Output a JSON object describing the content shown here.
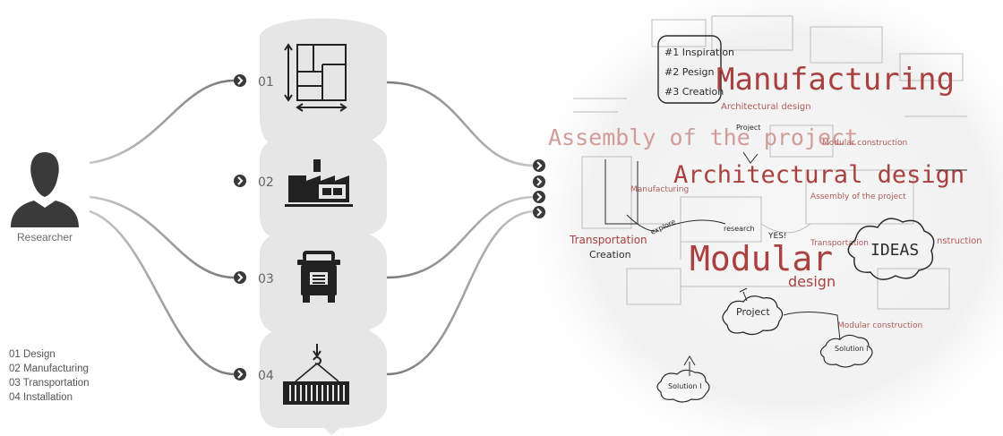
{
  "researcher": {
    "label": "Researcher"
  },
  "steps": [
    {
      "number": "01",
      "icon": "floor-plan-icon",
      "legend": "01 Design"
    },
    {
      "number": "02",
      "icon": "factory-icon",
      "legend": "02 Manufacturing"
    },
    {
      "number": "03",
      "icon": "truck-icon",
      "legend": "03 Transportation"
    },
    {
      "number": "04",
      "icon": "crane-container-icon",
      "legend": "04 Installation"
    }
  ],
  "sketch": {
    "big_words": {
      "manufacturing": "Manufacturing",
      "assembly": "Assembly of the project",
      "architectural": "Architectural design",
      "modular": "Modular"
    },
    "list": [
      "#1 Inspiration",
      "#2 Pesign",
      "#3 Creation"
    ],
    "small_notes": {
      "architectural_design": "Architectural design",
      "project_top": "Project",
      "modular_construction": "Modular construction",
      "research": "research",
      "yes": "YES!",
      "manufacturing_small": "Manufacturing",
      "assembly_small": "Assembly of the project",
      "transportation": "Transportation",
      "creation": "Creation",
      "explore": "explore",
      "ideas": "IDEAS",
      "instruction": "nstruction",
      "design": "design",
      "project_cloud": "Project",
      "modular_construction_bottom": "Modular construction",
      "solution_right": "Solution I",
      "solution_bottom": "Solution I"
    }
  },
  "colors": {
    "bubble_fill": "#e6e6e6",
    "icon": "#222222",
    "arrow_marker": "#3a3a3a",
    "flow_line": "#8a8a8a",
    "sketch_red": "#a8413f",
    "sketch_ink": "#2b2b2b"
  }
}
